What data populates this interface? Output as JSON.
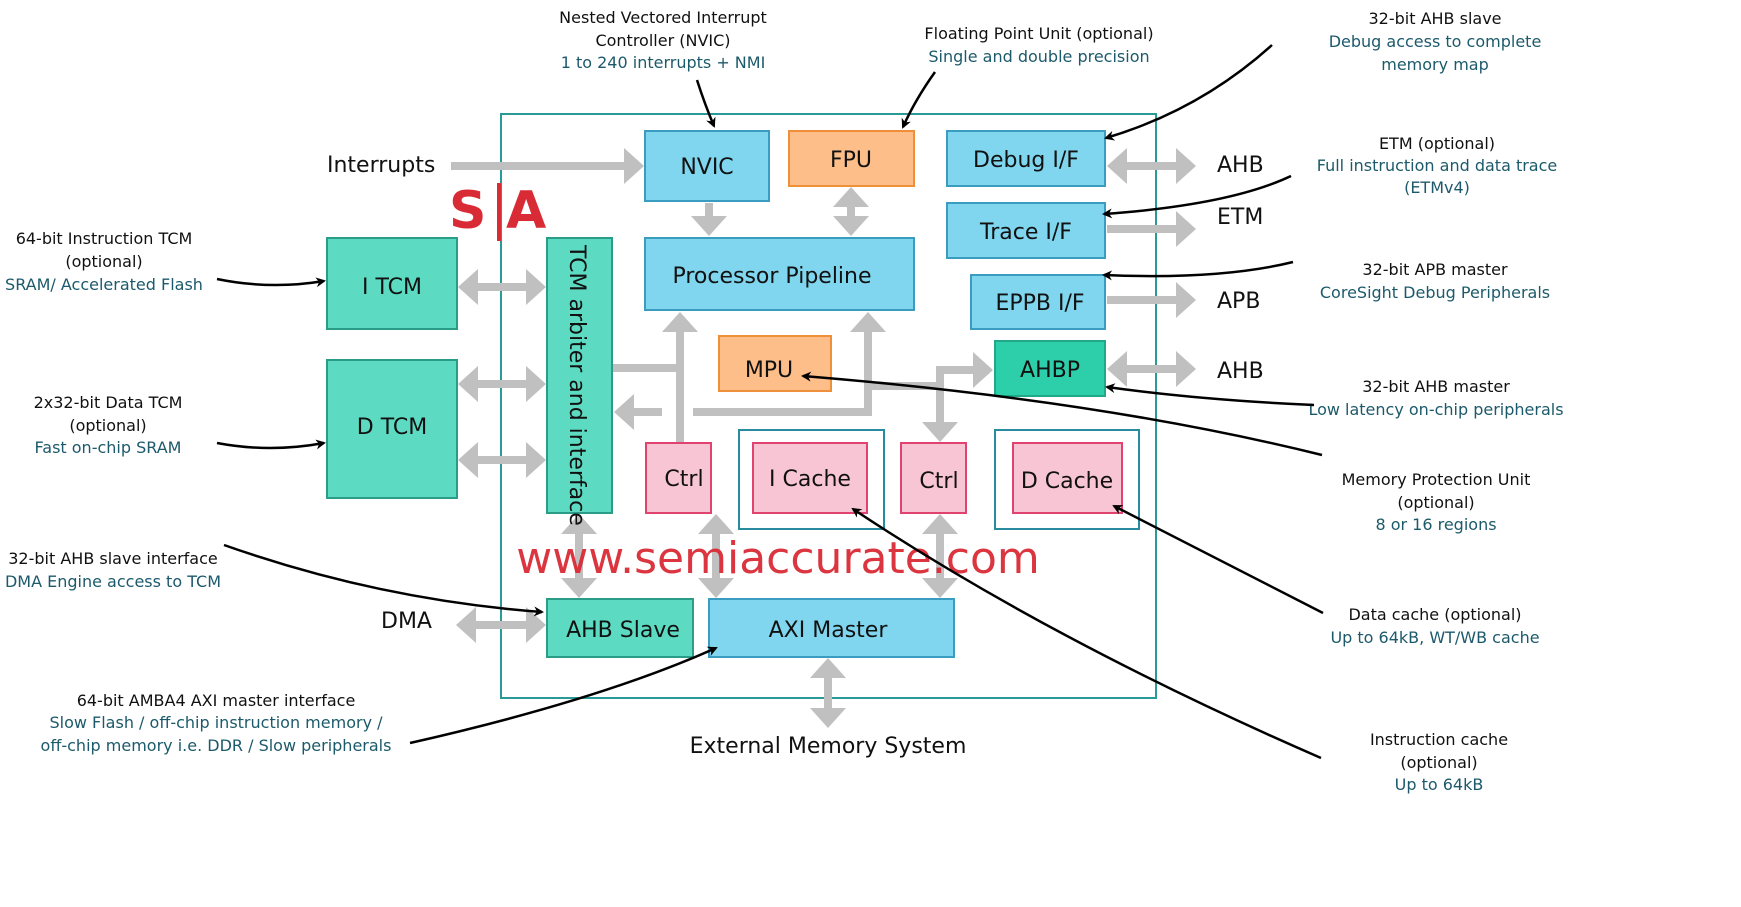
{
  "title": "ARM Cortex-M7 block diagram",
  "colors": {
    "blue_box": "#7fd6ee",
    "blue_border": "#3a9cbf",
    "teal_box": "#5ddbc2",
    "teal_border": "#2a9c88",
    "ahbp_box": "#2ccfa9",
    "orange_box": "#fdbe8a",
    "orange_border": "#f08f3a",
    "pink_box": "#f8c5d4",
    "pink_border": "#e0436f",
    "frame": "#2a9a96",
    "arrow_gray": "#c0c0c0",
    "watermark_red": "#d92b36",
    "label_teal": "#1c5a6b"
  },
  "watermark": {
    "logo_s": "S",
    "logo_a": "A",
    "url": "www.semiaccurate.com"
  },
  "blocks": {
    "nvic": "NVIC",
    "fpu": "FPU",
    "debug_if": "Debug I/F",
    "trace_if": "Trace I/F",
    "eppb_if": "EPPB I/F",
    "ahbp": "AHBP",
    "pipeline": "Processor Pipeline",
    "mpu": "MPU",
    "tcm_arbiter": "TCM arbiter and interface",
    "itcm": "I TCM",
    "dtcm": "D TCM",
    "ctrl_i": "Ctrl",
    "icache": "I Cache",
    "ctrl_d": "Ctrl",
    "dcache": "D Cache",
    "ahb_slave": "AHB Slave",
    "axi_master": "AXI Master"
  },
  "external_labels": {
    "interrupts": "Interrupts",
    "ahb_debug": "AHB",
    "etm": "ETM",
    "apb": "APB",
    "ahb_periph": "AHB",
    "dma": "DMA",
    "external_memory": "External Memory System"
  },
  "annotations": {
    "nvic": {
      "line1": "Nested Vectored Interrupt",
      "line2": "Controller (NVIC)",
      "detail": "1 to 240 interrupts + NMI"
    },
    "fpu": {
      "line1": "Floating Point Unit (optional)",
      "detail": "Single and double precision"
    },
    "debug": {
      "line1": "32-bit AHB slave",
      "detail1": "Debug access to complete",
      "detail2": "memory map"
    },
    "etm": {
      "line1": "ETM (optional)",
      "detail1": "Full instruction and data trace",
      "detail2": "(ETMv4)"
    },
    "apb": {
      "line1": "32-bit APB master",
      "detail": "CoreSight Debug Peripherals"
    },
    "ahbp": {
      "line1": "32-bit AHB master",
      "detail": "Low latency on-chip peripherals"
    },
    "mpu": {
      "line1": "Memory Protection Unit",
      "line2": "(optional)",
      "detail": "8 or 16 regions"
    },
    "dcache": {
      "line1": "Data cache (optional)",
      "detail": "Up to 64kB, WT/WB cache"
    },
    "icache": {
      "line1": "Instruction cache",
      "line2": "(optional)",
      "detail": "Up to 64kB"
    },
    "itcm": {
      "line1": "64-bit Instruction TCM",
      "line2": "(optional)",
      "detail": "SRAM/ Accelerated Flash"
    },
    "dtcm": {
      "line1": "2x32-bit Data TCM",
      "line2": "(optional)",
      "detail": "Fast on-chip SRAM"
    },
    "ahbs": {
      "line1": "32-bit AHB slave interface",
      "detail": "DMA Engine access to TCM"
    },
    "axi": {
      "line1": "64-bit AMBA4 AXI master interface",
      "detail1": "Slow Flash / off-chip instruction memory /",
      "detail2": "off-chip memory i.e. DDR / Slow peripherals"
    }
  }
}
